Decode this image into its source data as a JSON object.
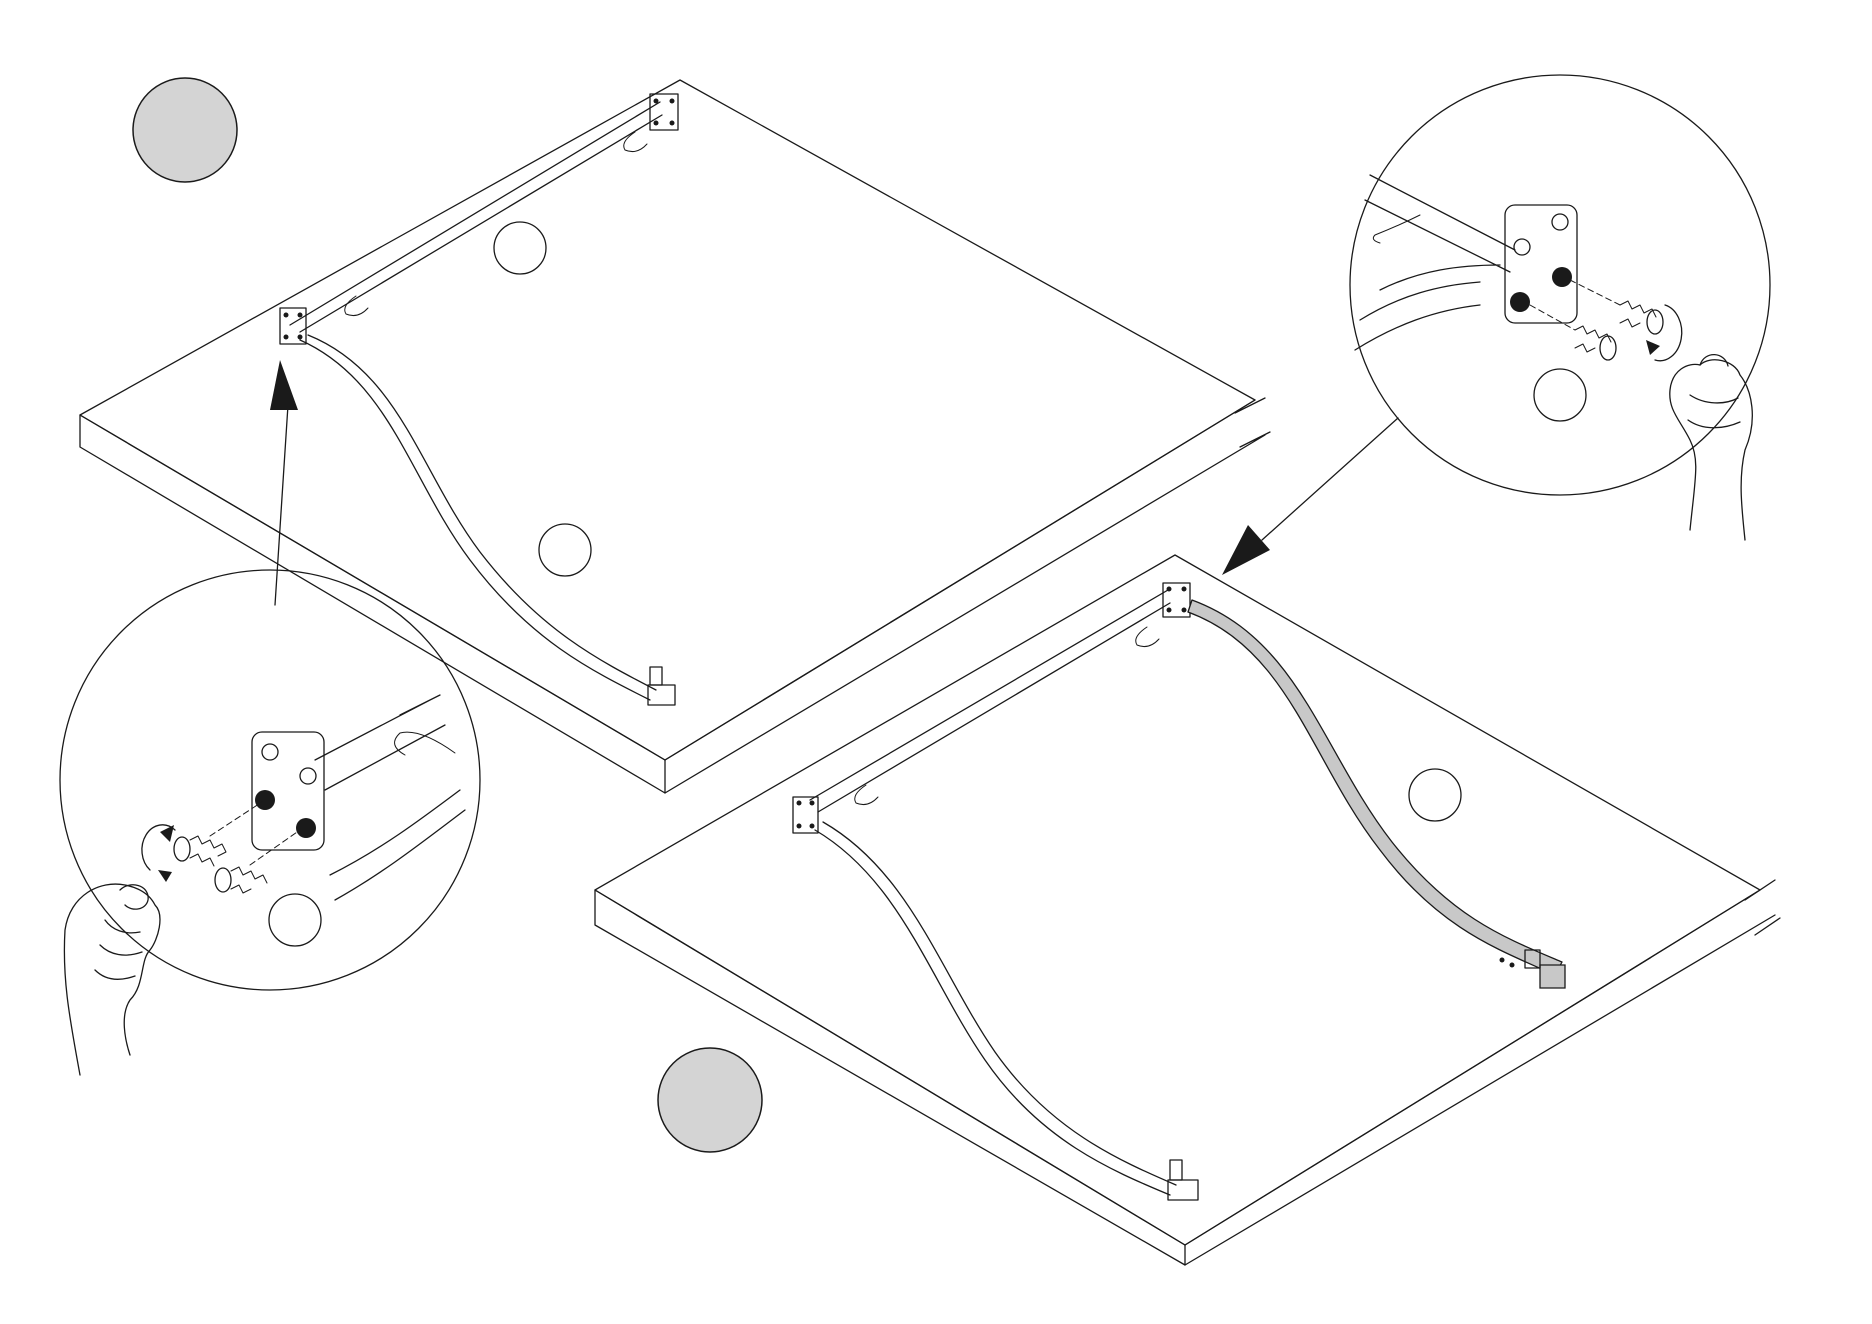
{
  "colors": {
    "ink": "#1a1a1a",
    "paper": "#ffffff",
    "step_badge_fill": "#d4d4d4",
    "highlight_rail": "#c8c8c8"
  },
  "step_badges": [
    {
      "id": "step-badge-top-left",
      "label": ""
    },
    {
      "id": "step-badge-bottom-middle",
      "label": ""
    }
  ],
  "part_callouts": [
    {
      "id": "callout-panel1-upper",
      "label": ""
    },
    {
      "id": "callout-panel1-lower",
      "label": ""
    },
    {
      "id": "callout-detail-left",
      "label": ""
    },
    {
      "id": "callout-detail-right",
      "label": ""
    },
    {
      "id": "callout-panel2",
      "label": ""
    }
  ],
  "icons": [
    "hand-icon",
    "rotate-arrow-icon",
    "screw-icon",
    "pointer-arrow-icon",
    "mounting-plate-icon"
  ]
}
